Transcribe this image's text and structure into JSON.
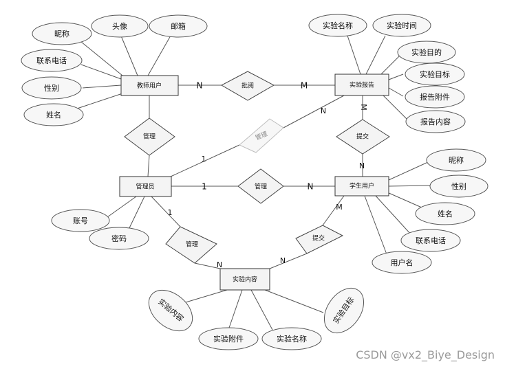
{
  "entities": {
    "teacher": "教师用户",
    "report": "实验报告",
    "admin": "管理员",
    "student": "学生用户",
    "content": "实验内容"
  },
  "relationships": {
    "approve": "批阅",
    "manage_teacher": "管理",
    "manage_report": "管理",
    "submit_report": "提交",
    "manage_student": "管理",
    "manage_content": "管理",
    "submit_content": "提交"
  },
  "attributes": {
    "teacher": [
      "昵称",
      "头像",
      "邮箱",
      "联系电话",
      "性别",
      "姓名"
    ],
    "report": [
      "实验名称",
      "实验时间",
      "实验目的",
      "实验目标",
      "报告附件",
      "报告内容"
    ],
    "admin": [
      "账号",
      "密码"
    ],
    "student": [
      "昵称",
      "性别",
      "姓名",
      "联系电话",
      "用户名"
    ],
    "content": [
      "实验内容",
      "实验附件",
      "实验名称",
      "实验目标"
    ]
  },
  "cardinalities": {
    "teacher_approve": "N",
    "approve_report": "M",
    "report_submit": "M",
    "submit_student": "N",
    "admin_manage_report": "1",
    "manage_report_report": "N",
    "admin_manage_student": "1",
    "manage_student_student": "N",
    "admin_manage_content": "1",
    "manage_content_content": "N",
    "content_submit": "N",
    "submit_content_student": "M"
  },
  "watermark": "CSDN @vx2_Biye_Design"
}
